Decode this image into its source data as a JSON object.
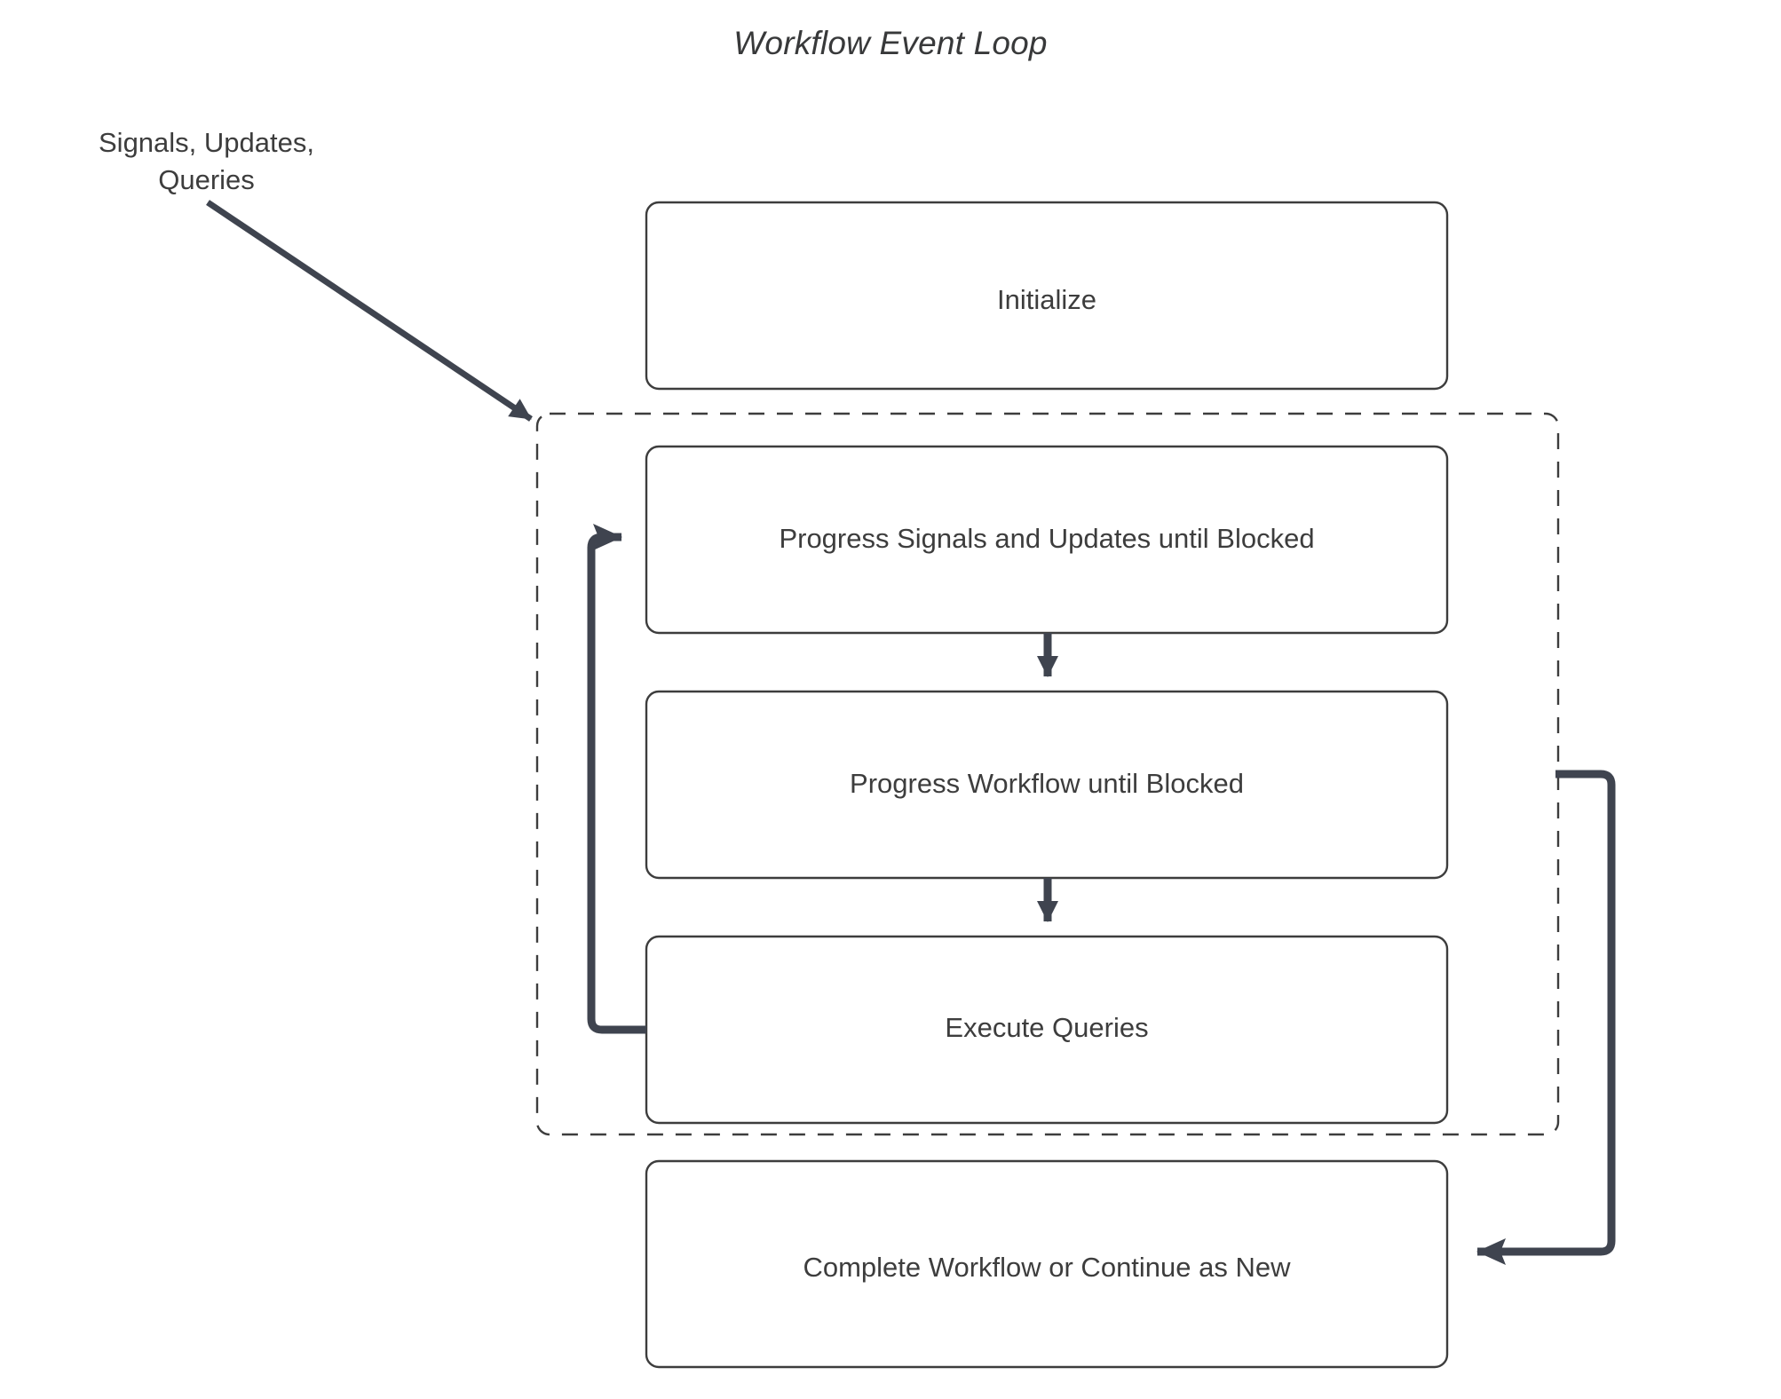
{
  "diagram": {
    "title": "Workflow Event Loop",
    "type": "flowchart",
    "colors": {
      "background": "#ffffff",
      "node_border": "#3d3d3d",
      "node_fill": "#ffffff",
      "text": "#3d3d3d",
      "arrow": "#3f444f",
      "loop_container_border": "#3d3d3d"
    },
    "external_input": {
      "label_line1": "Signals, Updates,",
      "label_line2": "Queries",
      "label": "Signals, Updates, Queries",
      "target": "event-loop-container"
    },
    "loop_container": {
      "name": "event-loop-container",
      "border_style": "dashed",
      "label": ""
    },
    "nodes": [
      {
        "id": "initialize",
        "label": "Initialize"
      },
      {
        "id": "progress-signals-updates",
        "label": "Progress Signals and Updates until Blocked"
      },
      {
        "id": "progress-workflow",
        "label": "Progress Workflow until Blocked"
      },
      {
        "id": "execute-queries",
        "label": "Execute Queries"
      },
      {
        "id": "complete-workflow",
        "label": "Complete Workflow or Continue as New"
      }
    ],
    "edges": [
      {
        "from": "signals-updates-queries",
        "to": "event-loop-container",
        "style": "solid",
        "arrow": "end"
      },
      {
        "from": "progress-signals-updates",
        "to": "progress-workflow",
        "style": "solid",
        "arrow": "end"
      },
      {
        "from": "progress-workflow",
        "to": "execute-queries",
        "style": "solid",
        "arrow": "end"
      },
      {
        "from": "execute-queries",
        "to": "progress-signals-updates",
        "style": "solid",
        "arrow": "end",
        "shape": "loop-back-left"
      },
      {
        "from": "event-loop-container",
        "to": "complete-workflow",
        "style": "solid",
        "arrow": "end",
        "shape": "exit-right"
      }
    ]
  }
}
